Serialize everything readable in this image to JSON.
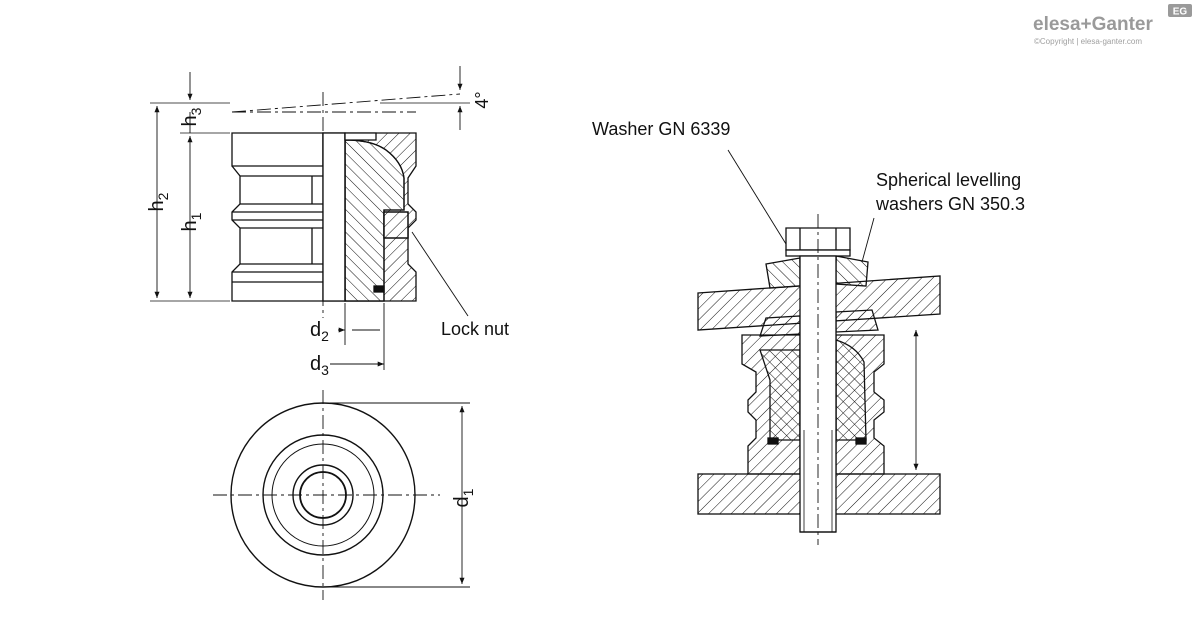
{
  "logo": {
    "brand": "elesa+Ganter",
    "badge": "EG",
    "copyright": "©Copyright | elesa-ganter.com"
  },
  "labels": {
    "h2": "h2",
    "h1": "h1",
    "h3": "h3",
    "angle": "4°",
    "d1": "d1",
    "d2": "d2",
    "d3": "d3",
    "lock_nut": "Lock nut",
    "washer": "Washer GN 6339",
    "spherical_line1": "Spherical levelling",
    "spherical_line2": "washers GN 350.3"
  },
  "colors": {
    "line": "#111111",
    "logo": "#9a9a9a"
  }
}
